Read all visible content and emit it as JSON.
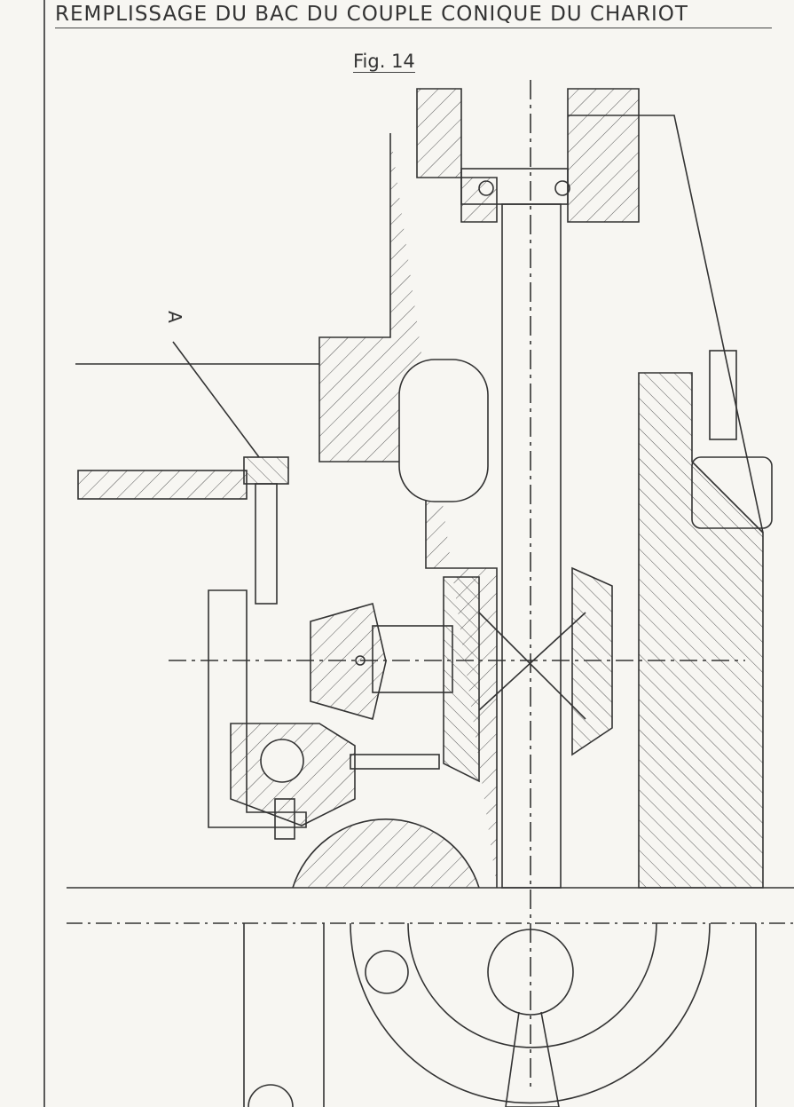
{
  "drawing": {
    "title": "REMPLISSAGE DU BAC DU COUPLE CONIQUE DU CHARIOT",
    "figure_label": "Fig. 14",
    "part_marker": "A"
  },
  "style": {
    "paper": "#f7f6f2",
    "ink": "#333333"
  }
}
